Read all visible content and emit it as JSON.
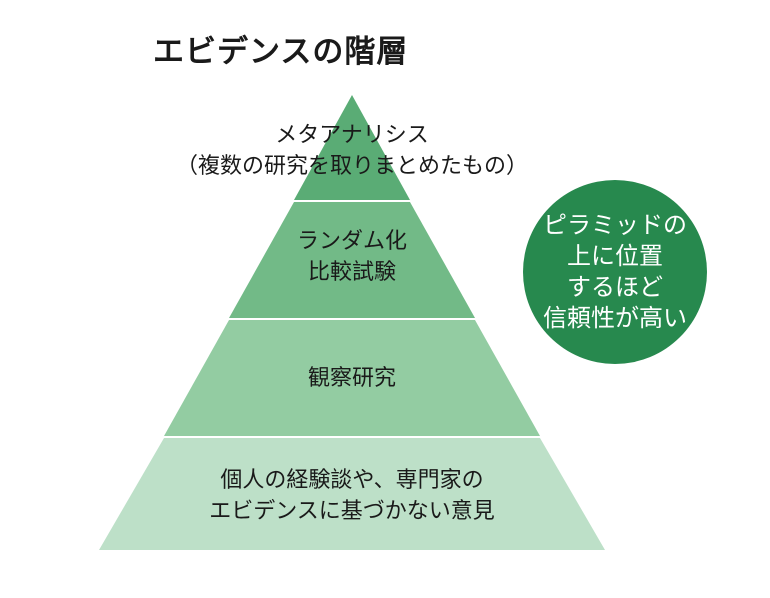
{
  "title": "エビデンスの階層",
  "colors": {
    "tier1": "#5aac75",
    "tier2": "#72ba87",
    "tier3": "#93cca2",
    "tier4": "#bde0c8",
    "callout": "#27894e",
    "background": "#ffffff"
  },
  "tiers": [
    {
      "lines": [
        "メタアナリシス",
        "（複数の研究を取りまとめたもの）"
      ]
    },
    {
      "lines": [
        "ランダム化",
        "比較試験"
      ]
    },
    {
      "lines": [
        "観察研究"
      ]
    },
    {
      "lines": [
        "個人の経験談や、専門家の",
        "エビデンスに基づかない意見"
      ]
    }
  ],
  "callout": {
    "lines": [
      "ピラミッドの",
      "上に位置",
      "するほど",
      "信頼性が高い"
    ]
  }
}
